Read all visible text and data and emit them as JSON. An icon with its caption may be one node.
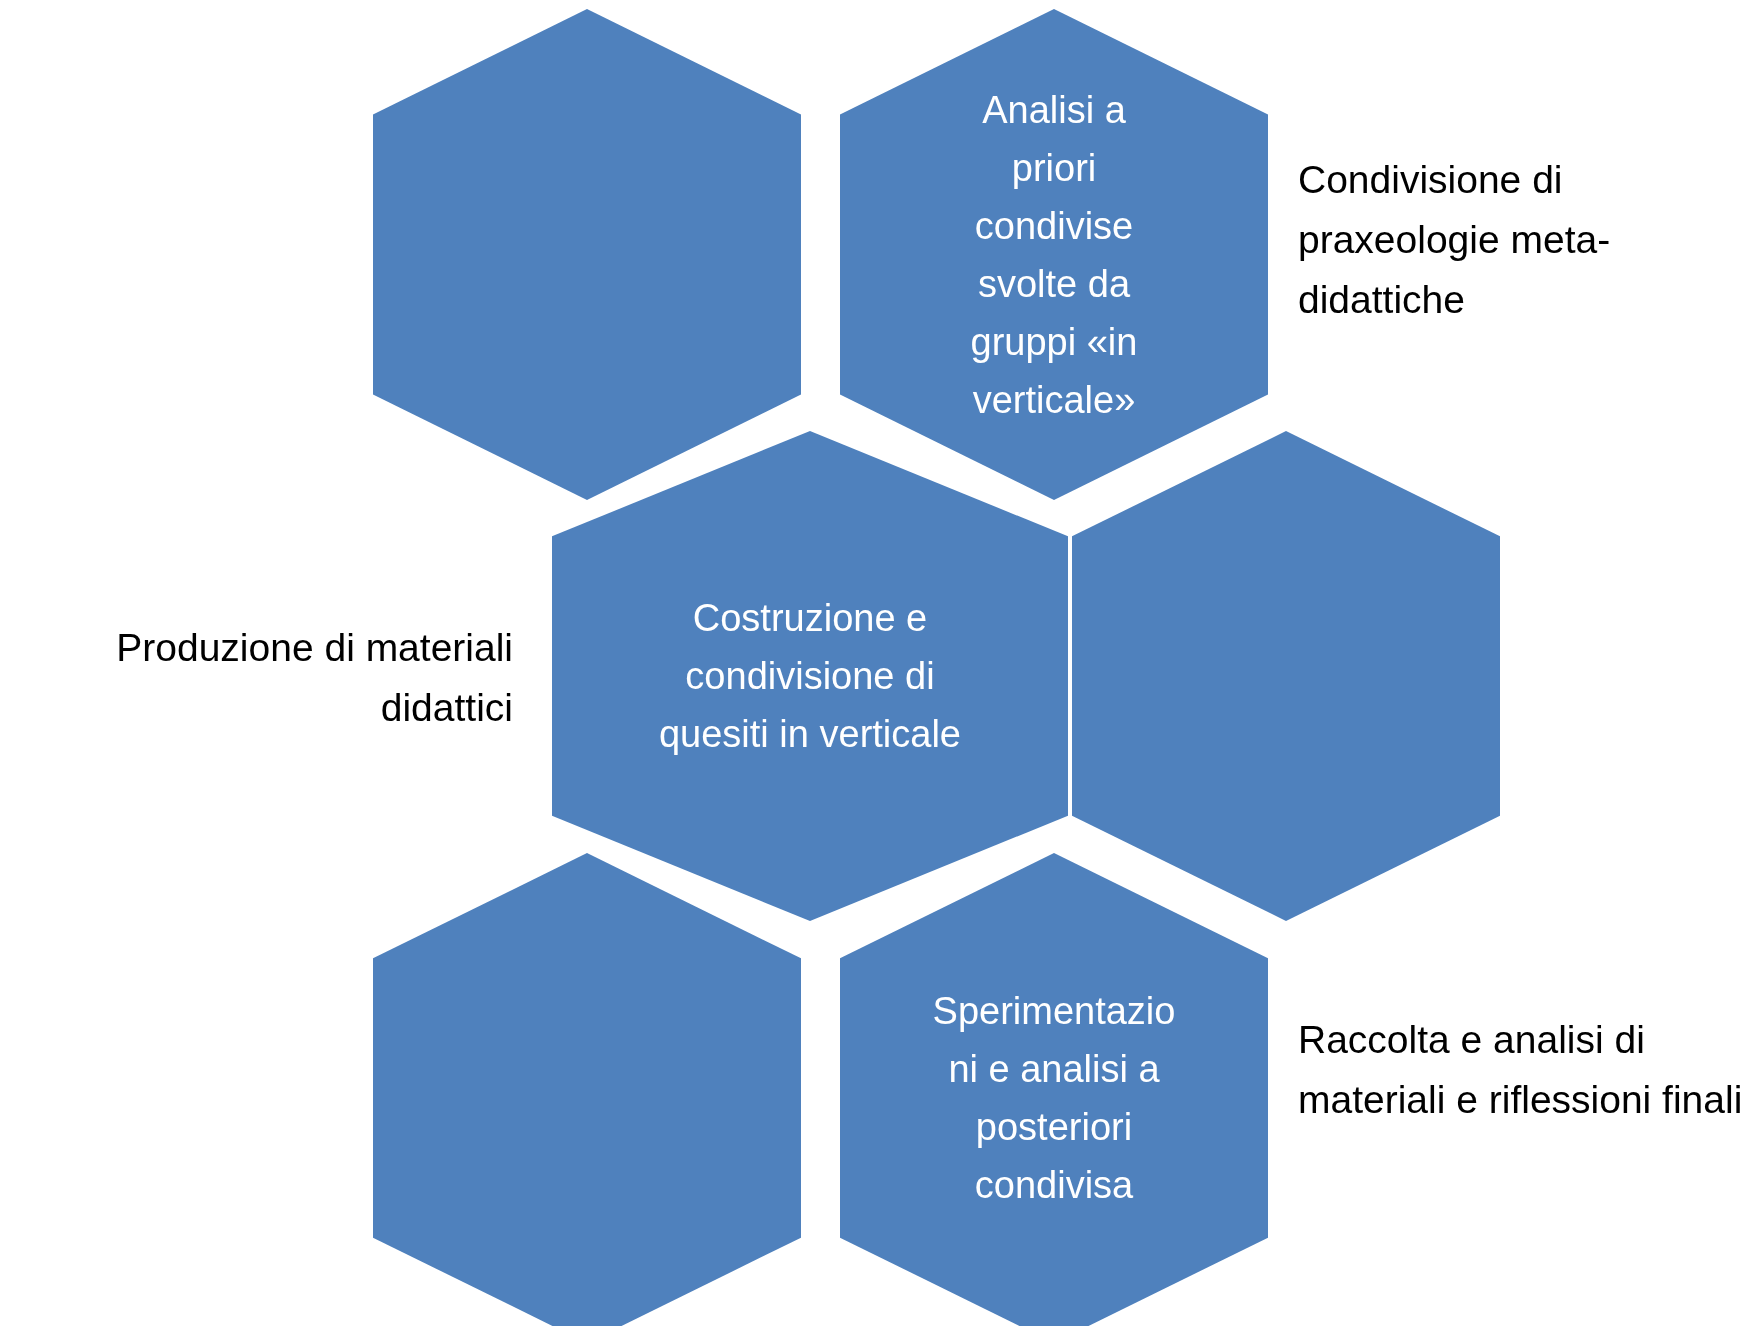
{
  "diagram": {
    "nodes": [
      {
        "text": [],
        "shape": "hexagon"
      },
      {
        "text": [
          "Analisi a priori condivise svolte da gruppi «in verticale»"
        ],
        "beside": [
          "Condivisione di praxeologie meta-didattiche"
        ]
      },
      {
        "text": [
          "Costruzione e condivisione di quesiti in verticale"
        ],
        "beside": [
          "Produzione di materiali didattici"
        ]
      },
      {
        "text": [],
        "shape": "hexagon"
      },
      {
        "text": [],
        "shape": "hexagon"
      },
      {
        "text": [
          "Sperimentazioni e analisi a posteriori condivisa"
        ],
        "beside": [
          "Raccolta e analisi di materiali e riflessioni finali"
        ]
      }
    ]
  }
}
